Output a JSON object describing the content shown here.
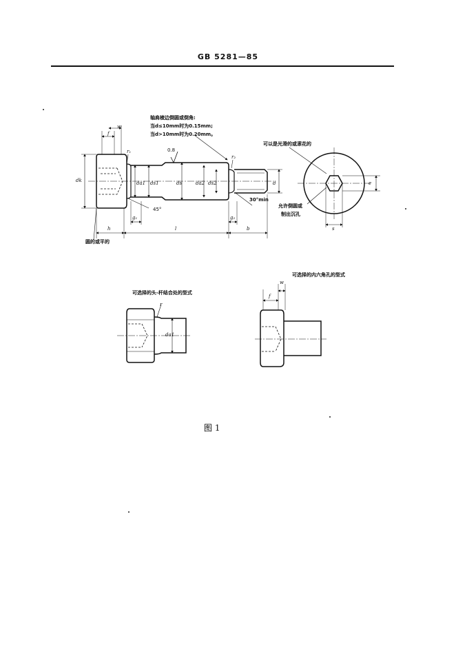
{
  "header": {
    "title": "GB 5281—85"
  },
  "figure": {
    "caption": "图 1"
  },
  "main_view": {
    "note_line1": "轴肩棱边倒圆或倒角:",
    "note_line2": "当d≤10mm时为0.15mm;",
    "note_line3": "当d>10mm时为0.20mm。",
    "surface_note": "可以是光滑的或滚花的",
    "round_flat_note": "圆的或平的",
    "hex_note_line1": "允许倒圆或",
    "hex_note_line2": "制出沉孔",
    "angle_45": "45°",
    "angle_30": "30°min",
    "roughness": "0.8",
    "dims": {
      "w": "w",
      "f": "f",
      "r1": "r₁",
      "r2": "r₂",
      "dk": "dk",
      "da1": "da1",
      "ds1": "ds1",
      "ds": "ds",
      "da2": "da2",
      "ds2": "ds2",
      "d": "d",
      "e": "e",
      "s": "s",
      "g1": "g₁",
      "g2": "g₂",
      "h": "h",
      "l": "l",
      "b": "b"
    }
  },
  "detail_left": {
    "title": "可选择的头-杆结合处的型式",
    "r": "r",
    "da1": "da1"
  },
  "detail_right": {
    "title": "可选择的内六角孔的型式",
    "f": "f",
    "w": "w"
  }
}
